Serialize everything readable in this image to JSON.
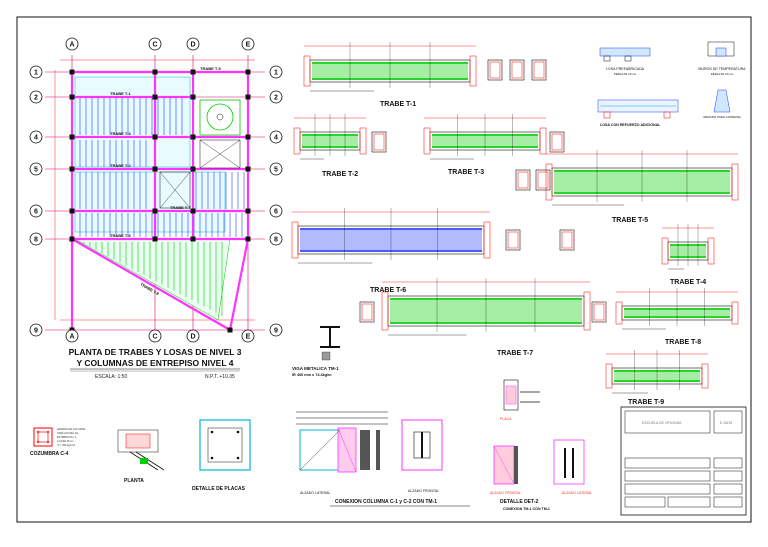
{
  "plan": {
    "title_line1": "PLANTA DE TRABES Y LOSAS DE NIVEL 3",
    "title_line2": "Y COLUMNAS DE ENTREPISO NIVEL 4",
    "axes_top": [
      "A",
      "C",
      "D",
      "E"
    ],
    "axes_bottom": [
      "A",
      "C",
      "D",
      "E"
    ],
    "axes_left": [
      "1",
      "2",
      "4",
      "5",
      "6",
      "8",
      "9"
    ],
    "axes_right": [
      "1",
      "2",
      "4",
      "5",
      "6",
      "8",
      "9"
    ],
    "beam_tags": [
      "TRABE T-1",
      "TRABE T-2",
      "TRABE T-3",
      "TRABE T-4",
      "TRABE T-5",
      "TRABE T-6",
      "TRABE T-7",
      "TRABE T-8",
      "TRABE T-9"
    ]
  },
  "beams": {
    "t1": "TRABE T-1",
    "t2": "TRABE T-2",
    "t3": "TRABE T-3",
    "t4": "TRABE T-4",
    "t5": "TRABE T-5",
    "t6": "TRABE T-6",
    "t7": "TRABE T-7",
    "t8": "TRABE T-8",
    "t9": "TRABE T-9"
  },
  "details": {
    "losa": "LOSA PREFABRICADA",
    "losa_sub": "PERALTE 20 cm",
    "muros": "MUROS DE TEMPERATURA",
    "muros_sub": "PERALTE 20 cm",
    "viga_title": "VIGA METALICA TM-1",
    "viga_sub": "IR 406 mm x 74.4kg/m",
    "cozumbra": "COZUMBRA C-4",
    "planta": "PLANTA",
    "placas": "DETALLE DE PLACAS",
    "conexion": "CONEXION COLUMNA C-1 y C-2 CON TM-1",
    "alzado_lateral": "ALZADO LATERAL",
    "alzado_frontal": "ALZADO FRONTAL",
    "det2": "DETALLE DET-2",
    "det2_sub": "CONEXION TM-1 CON TM-1",
    "placa": "PLACA"
  },
  "colors": {
    "grid": "#e0006a",
    "beam_magenta": "#ff33ff",
    "beam_green": "#00cc00",
    "slab_blue": "#2040ff",
    "cyan": "#00b7d6",
    "red": "#ff2a2a",
    "dark": "#111111"
  }
}
